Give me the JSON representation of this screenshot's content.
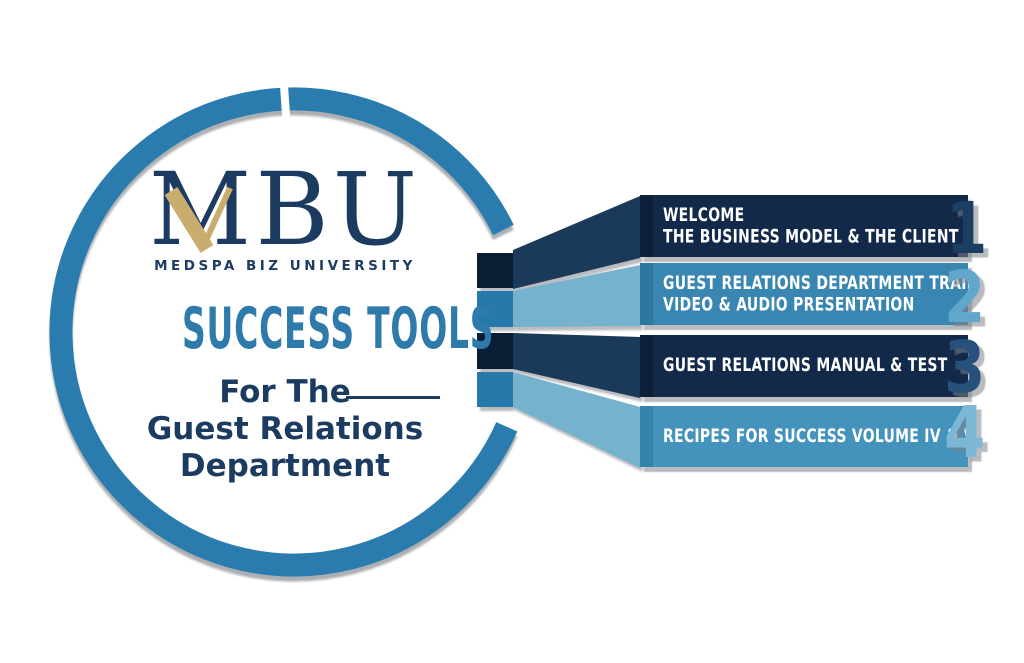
{
  "brand": {
    "acronym": "MBU",
    "name": "MEDSPA BIZ UNIVERSITY",
    "colors": {
      "gold_check": "#c9ad6e",
      "navy": "#13294a",
      "medium_blue": "#3a86b2",
      "light_blue": "#74b2cd",
      "circle_blue": "#2b7cae",
      "title_blue": "#2e7bab"
    }
  },
  "title": "SUCCESS TOOLS",
  "subtitle_lines": [
    "For The",
    "Guest Relations",
    "Department"
  ],
  "steps": [
    {
      "number": "1",
      "lines": [
        "WELCOME",
        "THE BUSINESS MODEL & THE CLIENT JOURNEY"
      ]
    },
    {
      "number": "2",
      "lines": [
        "GUEST RELATIONS DEPARTMENT TRAINING",
        "VIDEO & AUDIO PRESENTATION"
      ]
    },
    {
      "number": "3",
      "lines": [
        "GUEST RELATIONS MANUAL & TEST"
      ]
    },
    {
      "number": "4",
      "lines": [
        "RECIPES FOR SUCCESS VOLUME IV & V"
      ]
    }
  ]
}
